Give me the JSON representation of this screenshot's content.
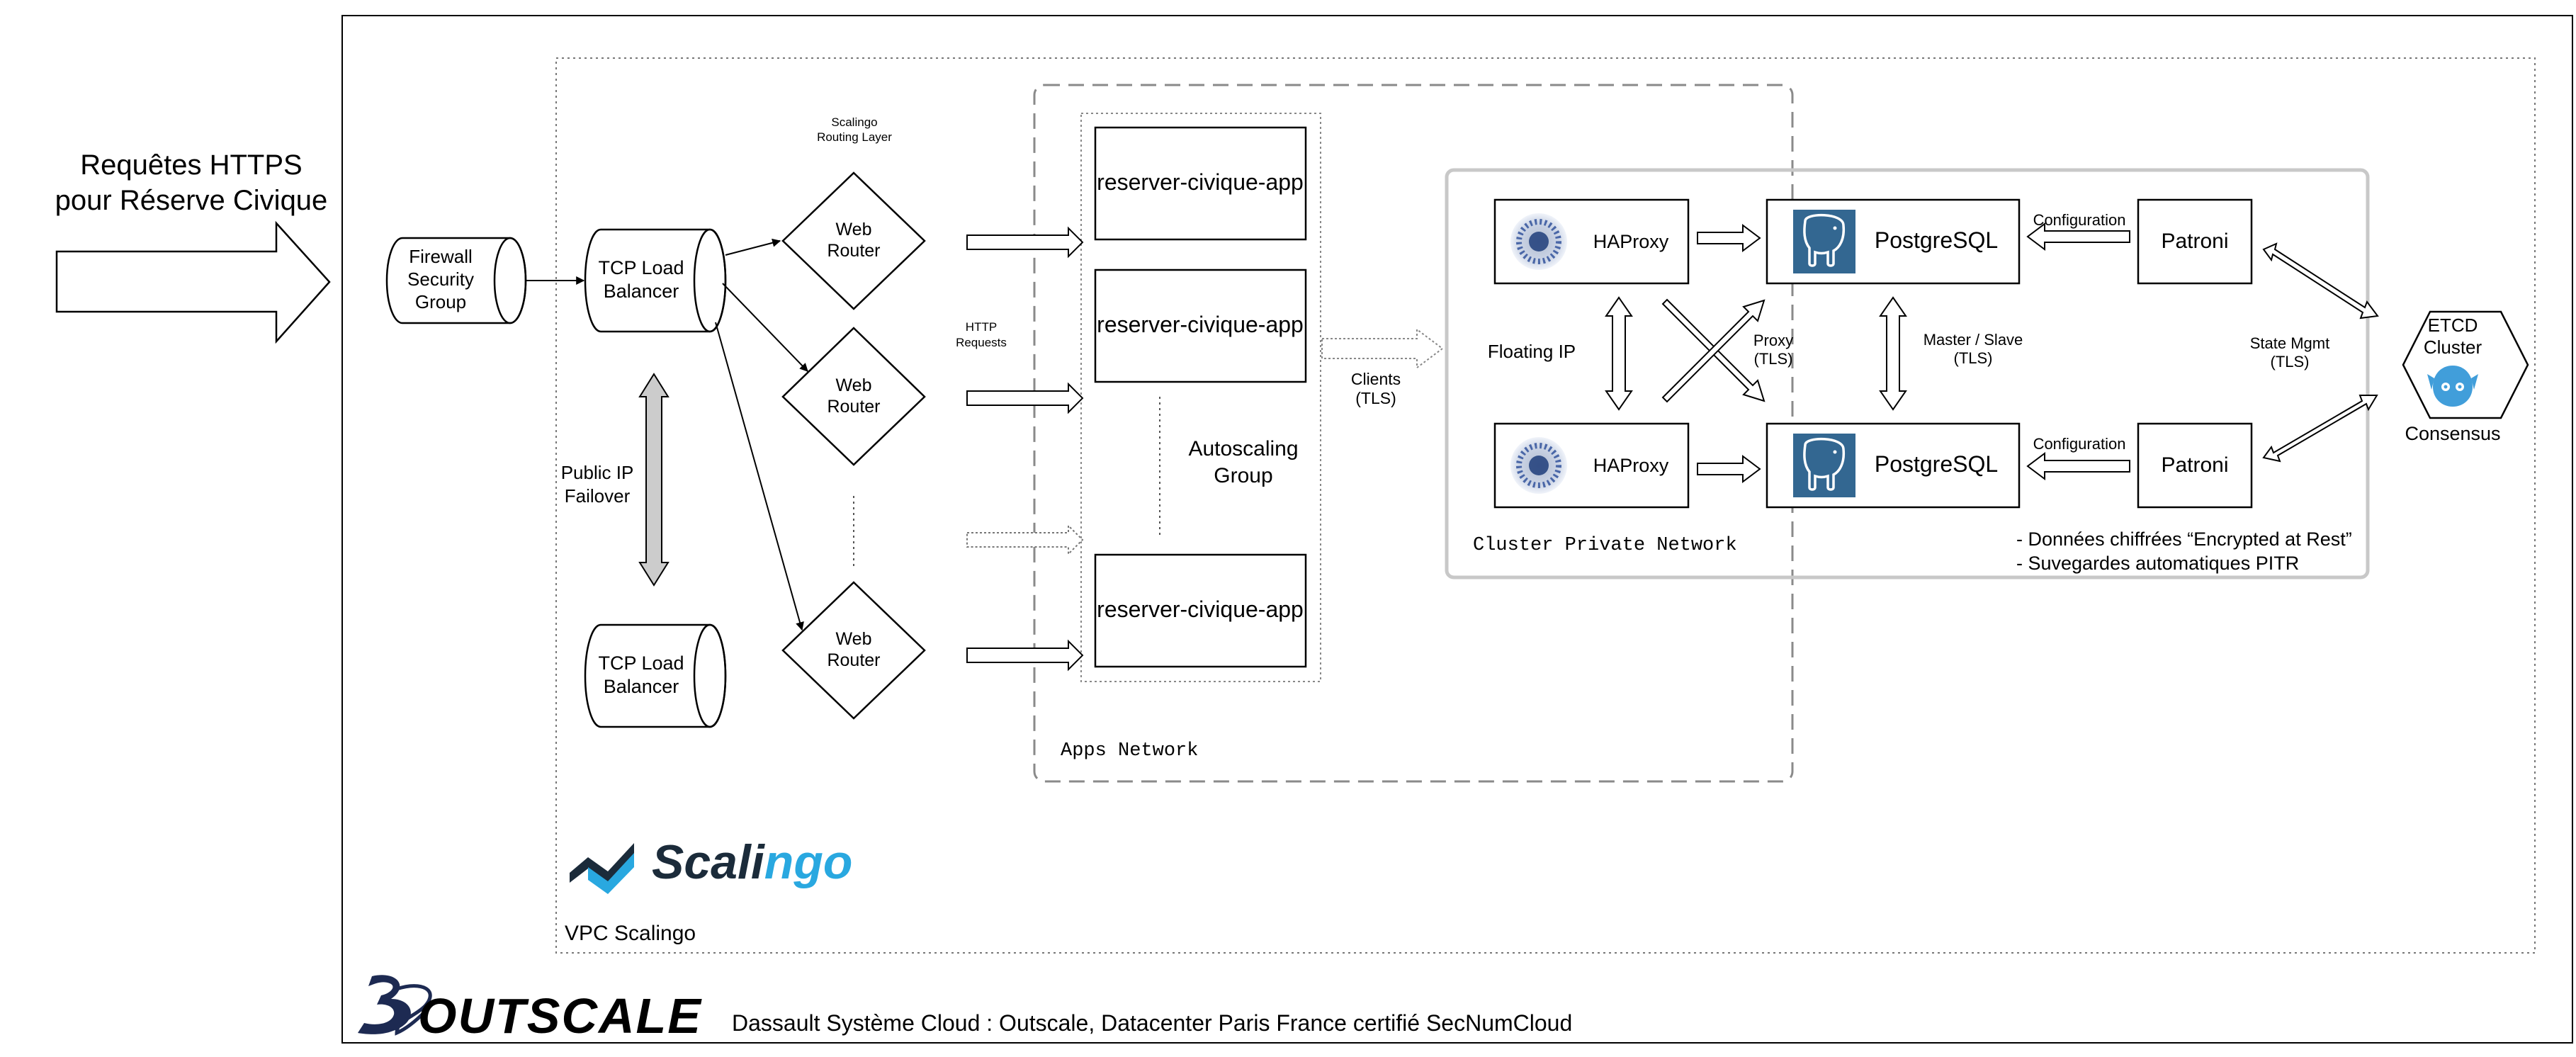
{
  "request": {
    "line1": "Requêtes HTTPS",
    "line2": "pour Réserve Civique"
  },
  "firewall": {
    "line1": "Firewall",
    "line2": "Security",
    "line3": "Group"
  },
  "tcp_lb_top": {
    "line1": "TCP Load",
    "line2": "Balancer"
  },
  "tcp_lb_bottom": {
    "line1": "TCP Load",
    "line2": "Balancer"
  },
  "public_ip": {
    "line1": "Public IP",
    "line2": "Failover"
  },
  "routing_layer": {
    "line1": "Scalingo",
    "line2": "Routing Layer"
  },
  "web_router": {
    "line1": "Web",
    "line2": "Router"
  },
  "http_requests": {
    "line1": "HTTP",
    "line2": "Requests"
  },
  "app": {
    "label": "reserver-civique-app"
  },
  "autoscaling": {
    "line1": "Autoscaling",
    "line2": "Group"
  },
  "apps_network": "Apps Network",
  "clients": {
    "line1": "Clients",
    "line2": "(TLS)"
  },
  "floating_ip": "Floating IP",
  "haproxy": "HAProxy",
  "postgresql": "PostgreSQL",
  "patroni": "Patroni",
  "configuration": "Configuration",
  "proxy_tls": {
    "line1": "Proxy",
    "line2": "(TLS)"
  },
  "master_slave": {
    "line1": "Master / Slave",
    "line2": "(TLS)"
  },
  "state_mgmt": {
    "line1": "State Mgmt",
    "line2": "(TLS)"
  },
  "etcd": {
    "line1": "ETCD",
    "line2": "Cluster",
    "caption": "Consensus"
  },
  "cluster_network": "Cluster Private Network",
  "notes": [
    "- Données chiffrées “Encrypted at Rest”",
    "- Suvegardes automatiques PITR"
  ],
  "vpc_label": "VPC Scalingo",
  "scalingo_logo": {
    "part1": "Scali",
    "part2": "ngo"
  },
  "outscale_logo": "OUTSCALE",
  "outscale_caption": "Dassault Système Cloud : Outscale, Datacenter Paris France certifié SecNumCloud",
  "colors": {
    "line": "#000000",
    "dashed": "#888888",
    "cluster_border": "#c8c8c8",
    "postgres_blue": "#336791",
    "scalingo_dark": "#1b2b3a",
    "scalingo_blue": "#29a8e0",
    "outscale_navy": "#1d2a52",
    "etcd_blue": "#419eda",
    "arrow_gray": "#cccccc"
  }
}
